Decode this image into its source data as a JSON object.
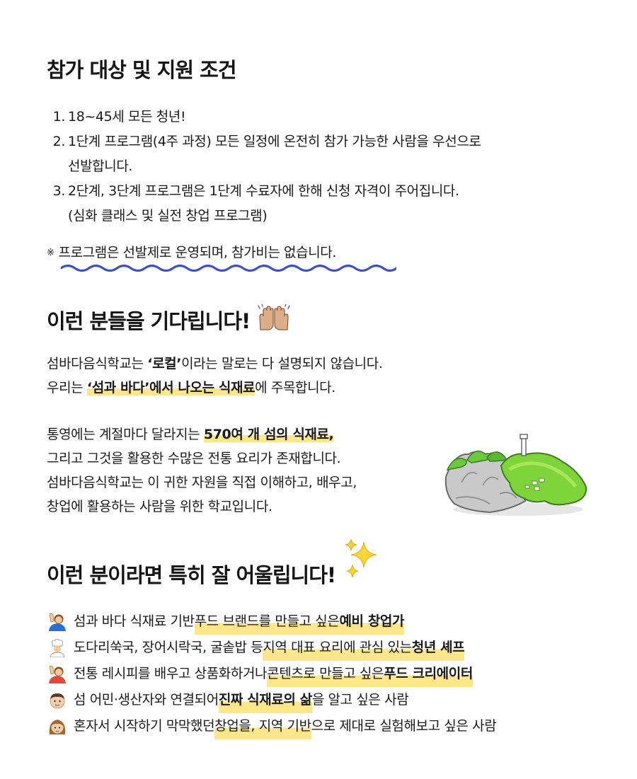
{
  "section1": {
    "title": "참가 대상 및 지원 조건",
    "items": [
      {
        "num": "1.",
        "text": "18~45세 모든 청년!"
      },
      {
        "num": "2.",
        "text": "1단계 프로그램(4주 과정) 모든 일정에 온전히 참가 가능한 사람을 우선으로",
        "cont": "선발합니다."
      },
      {
        "num": "3.",
        "text": "2단계, 3단계 프로그램은 1단계 수료자에 한해 신청 자격이 주어집니다.",
        "cont": "(심화 클래스 및 실전 창업 프로그램)"
      }
    ],
    "note_mark": "※",
    "note": "프로그램은 선발제로 운영되며, 참가비는 없습니다."
  },
  "section2": {
    "title": "이런 분들을 기다립니다!",
    "icon": "raising-hands-icon",
    "p1": {
      "a": "섬바다음식학교는 ",
      "b": "‘로컬’",
      "c": "이라는 말로는 다 설명되지 않습니다.",
      "d": "우리는 ",
      "e": "‘섬과 바다’에서 나오는 식재료",
      "f": "에 주목합니다."
    },
    "p2": {
      "a": "통영에는 계절마다 달라지는 ",
      "b": "570여 개 섬의 식재료,",
      "c": "그리고 그것을 활용한 수많은 전통 요리가 존재합니다.",
      "d": "섬바다음식학교는 이 귀한 자원을 직접 이해하고, 배우고,",
      "e": "창업에 활용하는 사람을 위한 학교입니다."
    }
  },
  "section3": {
    "title": "이런 분이라면 특히 잘 어울립니다!",
    "icon": "sparkles-icon",
    "items": [
      {
        "icon": "person-raising-hand-icon",
        "a": "섬과 바다 식재료 기반 ",
        "hl": "푸드 브랜드를 만들고 싶은 ",
        "hb": "예비 창업가",
        "c": ""
      },
      {
        "icon": "chef-icon",
        "a": "도다리쑥국, 장어시락국, 굴솥밥 등 ",
        "hl": "지역 대표 요리에 관심 있는 ",
        "hb": "청년 셰프",
        "c": ""
      },
      {
        "icon": "person-raising-hand-icon",
        "a": "전통 레시피를 배우고 상품화하거나 ",
        "hl": "콘텐츠로 만들고 싶은 ",
        "hb": "푸드 크리에이터",
        "c": ""
      },
      {
        "icon": "man-face-icon",
        "a": "섬 어민·생산자와 연결되어 ",
        "hl": "",
        "hb": "진짜 식재료의 삶",
        "c": "을 알고 싶은 사람"
      },
      {
        "icon": "woman-face-icon",
        "a": "혼자서 시작하기 막막했던 ",
        "hl": "창업을, 지역 기반",
        "hb": "",
        "c": "으로 제대로 실험해보고 싶은 사람"
      }
    ]
  },
  "colors": {
    "highlight": "#ffe68a",
    "wave": "#3d4fc4",
    "text": "#1a1a1a"
  }
}
